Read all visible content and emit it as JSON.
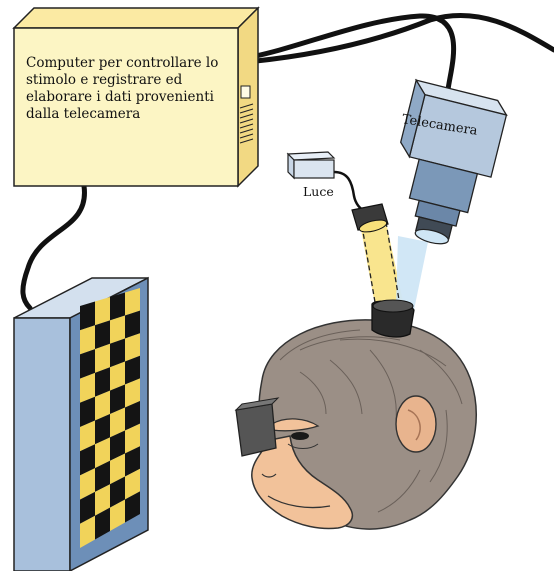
{
  "labels": {
    "computer": "Computer per controllare lo stimolo e registrare ed elaborare i dati provenienti dalla telecamera",
    "light": "Luce",
    "camera": "Telecamera"
  },
  "colors": {
    "computer_face": "#fcf5c4",
    "computer_side": "#f2d983",
    "computer_top": "#fbeaa3",
    "monitor_side": "#6d8fb8",
    "monitor_front": "#a8c0dc",
    "checker_yellow": "#f1d35a",
    "checker_black": "#141414",
    "camera_body": "#b5c8dd",
    "camera_dark": "#7b98b8",
    "fur": "#9b8f86",
    "skin": "#f2c29a",
    "light_beam": "#f8e07a",
    "camera_beam": "#cfe6f5"
  },
  "icons": {
    "computer": "computer-box-icon",
    "stimulus": "checkerboard-stimulus-icon",
    "camera": "video-camera-icon",
    "light": "lamp-icon",
    "subject": "monkey-head-icon"
  }
}
